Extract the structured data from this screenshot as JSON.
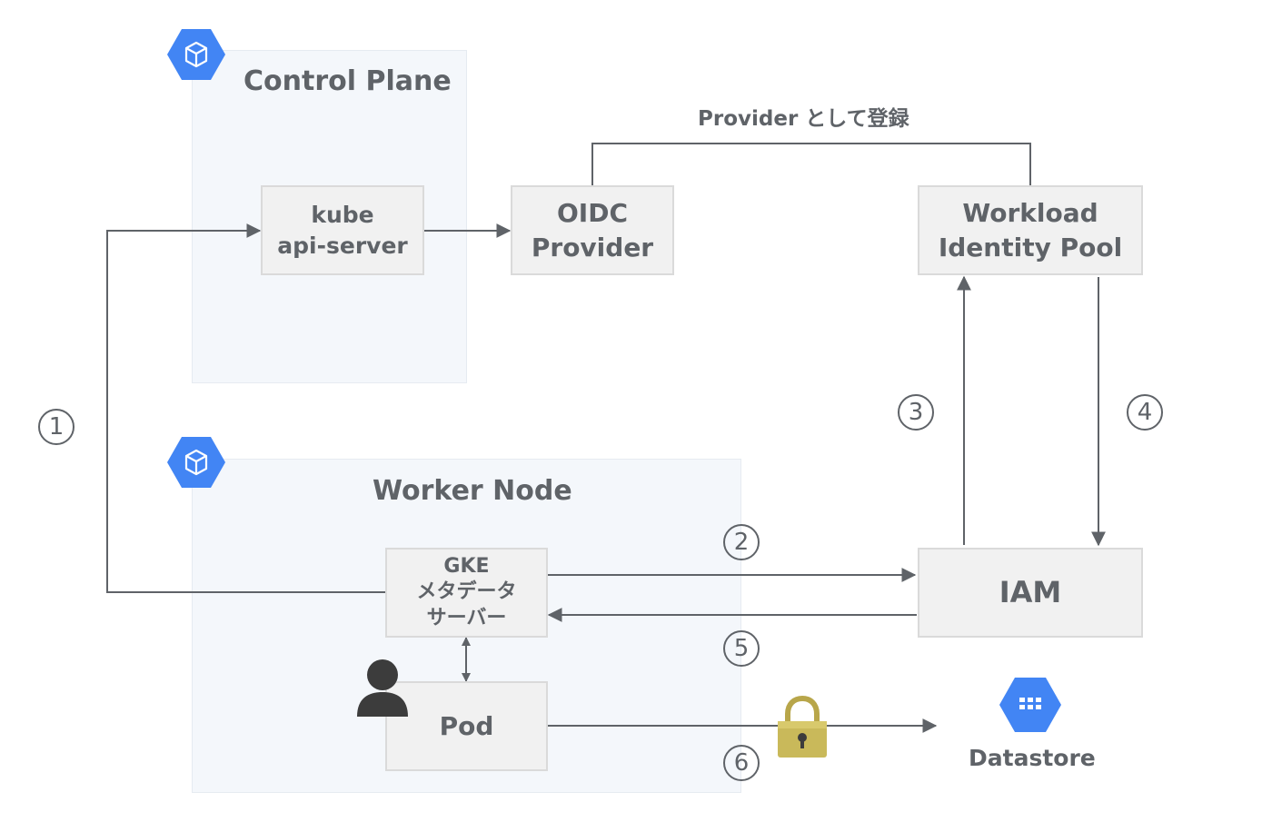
{
  "regions": {
    "control_plane": "Control Plane",
    "worker_node": "Worker Node"
  },
  "nodes": {
    "kube_api_server": [
      "kube",
      "api-server"
    ],
    "oidc_provider": [
      "OIDC",
      "Provider"
    ],
    "workload_identity_pool": [
      "Workload",
      "Identity Pool"
    ],
    "gke_metadata_server": [
      "GKE",
      "メタデータ",
      "サーバー"
    ],
    "iam": "IAM",
    "pod": "Pod",
    "datastore": "Datastore"
  },
  "annotations": {
    "register_as_provider": "Provider として登録"
  },
  "steps": [
    "1",
    "2",
    "3",
    "4",
    "5",
    "6"
  ],
  "colors": {
    "region_bg": "#f4f7fb",
    "box_bg": "#f1f1f1",
    "gcp_blue": "#4285f4",
    "line": "#5f6368",
    "lock_gold": "#c9b95a"
  }
}
